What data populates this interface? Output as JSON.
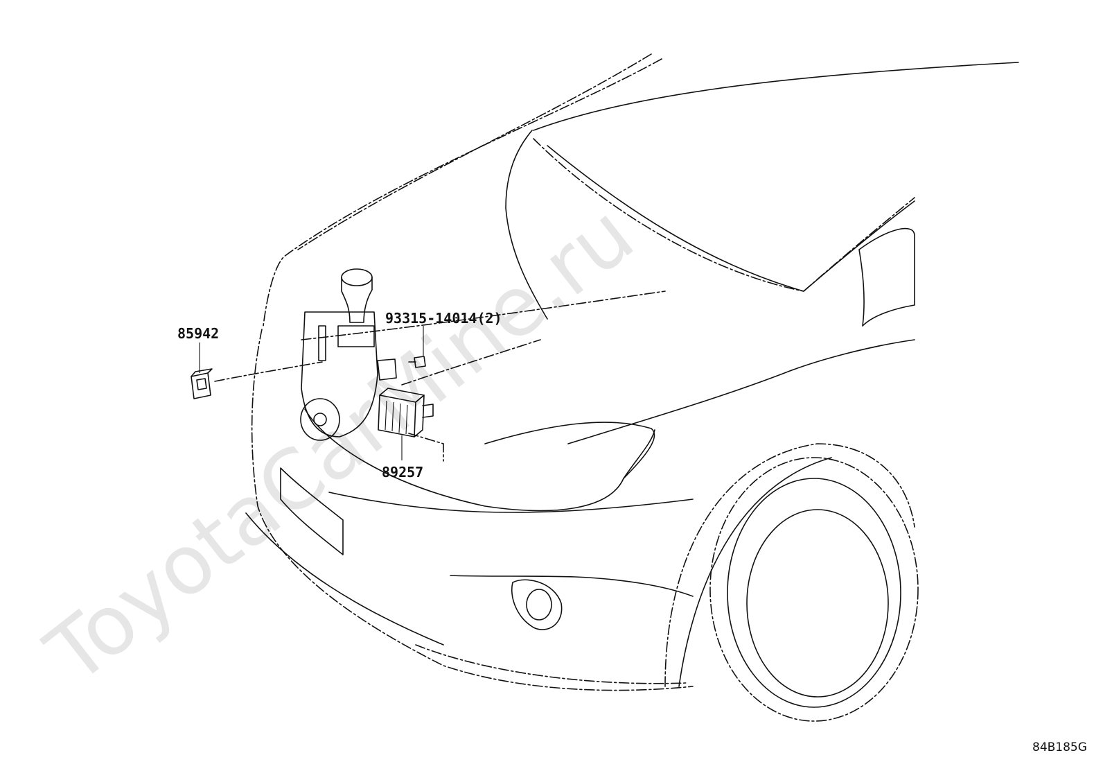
{
  "parts": {
    "p1": "85942",
    "p2": "93315-14014(2)",
    "p3": "89257"
  },
  "diagram_code": "84B185G",
  "watermark": "ToyotaCarMine.ru"
}
